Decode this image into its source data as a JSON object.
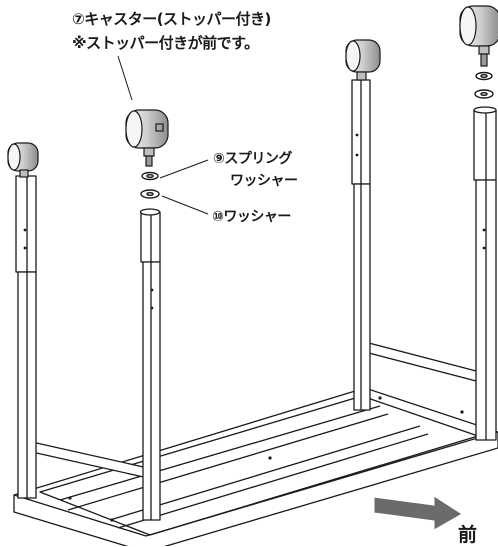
{
  "labels": {
    "caster_title": "⑦キャスター(ストッパー付き)",
    "caster_note": "※ストッパー付きが前です。",
    "spring_washer_line1": "⑨スプリング",
    "spring_washer_line2": "ワッシャー",
    "washer": "⑩ワッシャー",
    "front": "前"
  },
  "icons": [
    "caster-wheel-icon",
    "direction-arrow-icon"
  ],
  "colors": {
    "line": "#1a1a1a",
    "arrow": "#6b6b6b",
    "caster_body": "#d9d9d9"
  }
}
